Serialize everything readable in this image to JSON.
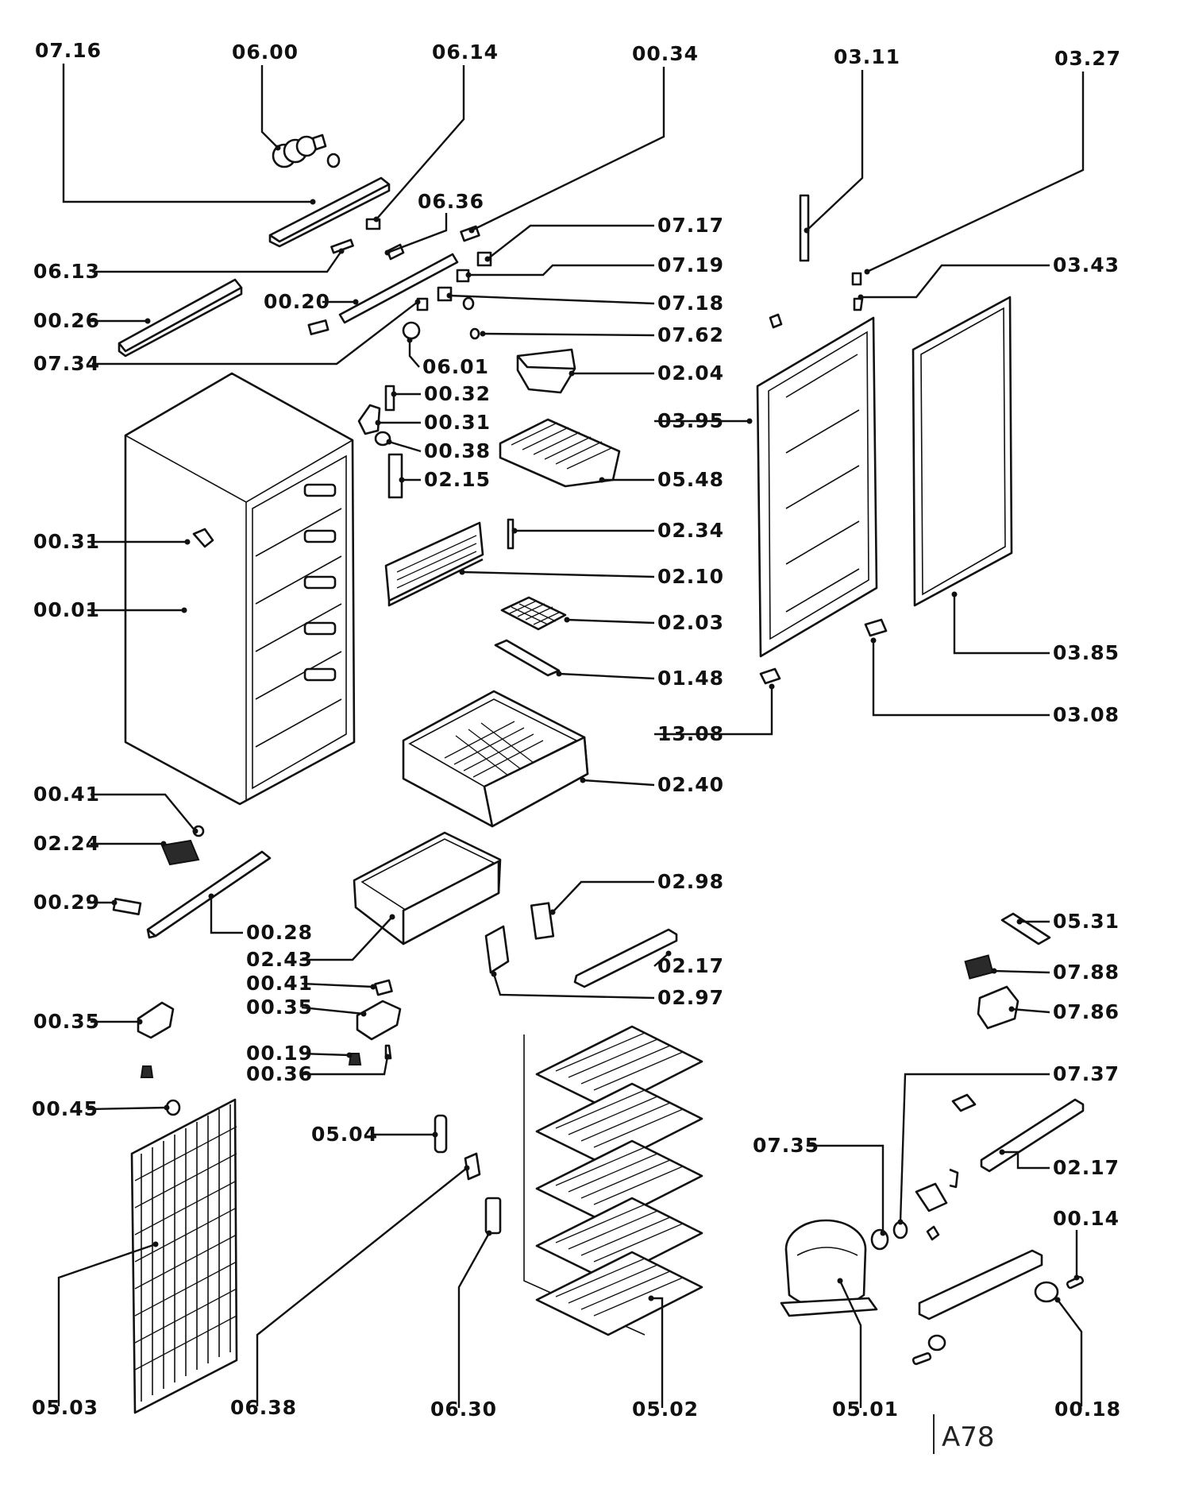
{
  "title": "",
  "colors": {
    "ink": "#111111",
    "paper": "#ffffff"
  },
  "reference_mark": "A78",
  "parts": [
    "07.16",
    "06.00",
    "06.14",
    "00.34",
    "03.11",
    "03.27",
    "06.36",
    "07.17",
    "06.13",
    "07.19",
    "03.43",
    "00.20",
    "07.18",
    "00.26",
    "07.62",
    "07.34",
    "06.01",
    "02.04",
    "00.32",
    "03.95",
    "00.31",
    "00.38",
    "02.15",
    "05.48",
    "00.31",
    "02.34",
    "02.10",
    "00.01",
    "02.03",
    "03.85",
    "01.48",
    "03.08",
    "13.08",
    "02.40",
    "00.41",
    "02.24",
    "00.29",
    "00.28",
    "02.98",
    "05.31",
    "02.43",
    "02.17",
    "00.41",
    "07.88",
    "02.97",
    "00.35",
    "00.35",
    "07.86",
    "00.19",
    "00.36",
    "07.37",
    "00.45",
    "05.04",
    "07.35",
    "02.17",
    "00.14",
    "05.03",
    "06.38",
    "06.30",
    "05.02",
    "05.01",
    "00.18"
  ]
}
